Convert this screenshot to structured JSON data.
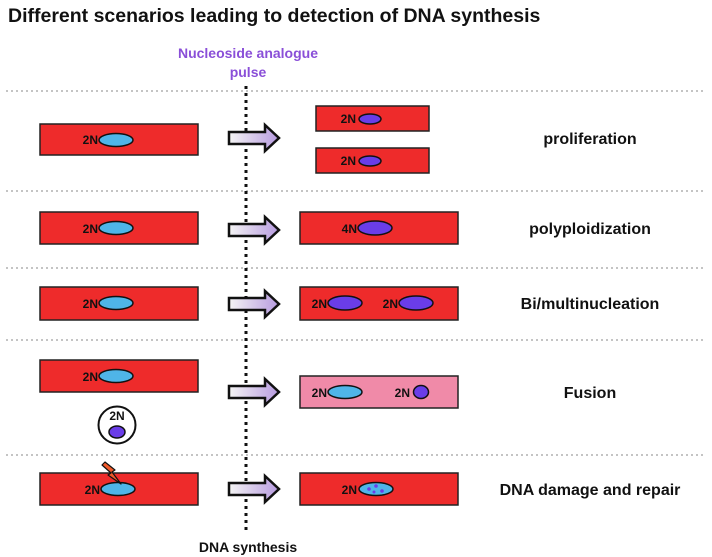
{
  "title": "Different scenarios leading to detection of DNA synthesis",
  "pulse_label_line1": "Nucleoside analogue",
  "pulse_label_line2": "pulse",
  "bottom_label": "DNA synthesis",
  "nucleus_label_2n": "2N",
  "nucleus_label_4n": "4N",
  "scenarios": [
    {
      "label": "proliferation"
    },
    {
      "label": "polyploidization"
    },
    {
      "label": "Bi/multinucleation"
    },
    {
      "label": "Fusion"
    },
    {
      "label": "DNA damage and repair"
    }
  ],
  "colors": {
    "cell_fill": "#ee2b2b",
    "fused_cell_fill": "#f08aa8",
    "nucleus_unlabeled": "#4fb5e8",
    "nucleus_labeled": "#6a3de8",
    "pulse_label": "#8a4fd8",
    "arrow_gradient_start": "#f4f4f4",
    "arrow_gradient_end": "#b79be0",
    "damage_bolt": "#f05a2a"
  },
  "icons": {
    "transition_arrow": "right-block-arrow-icon",
    "damage_marker": "lightning-bolt-icon"
  }
}
